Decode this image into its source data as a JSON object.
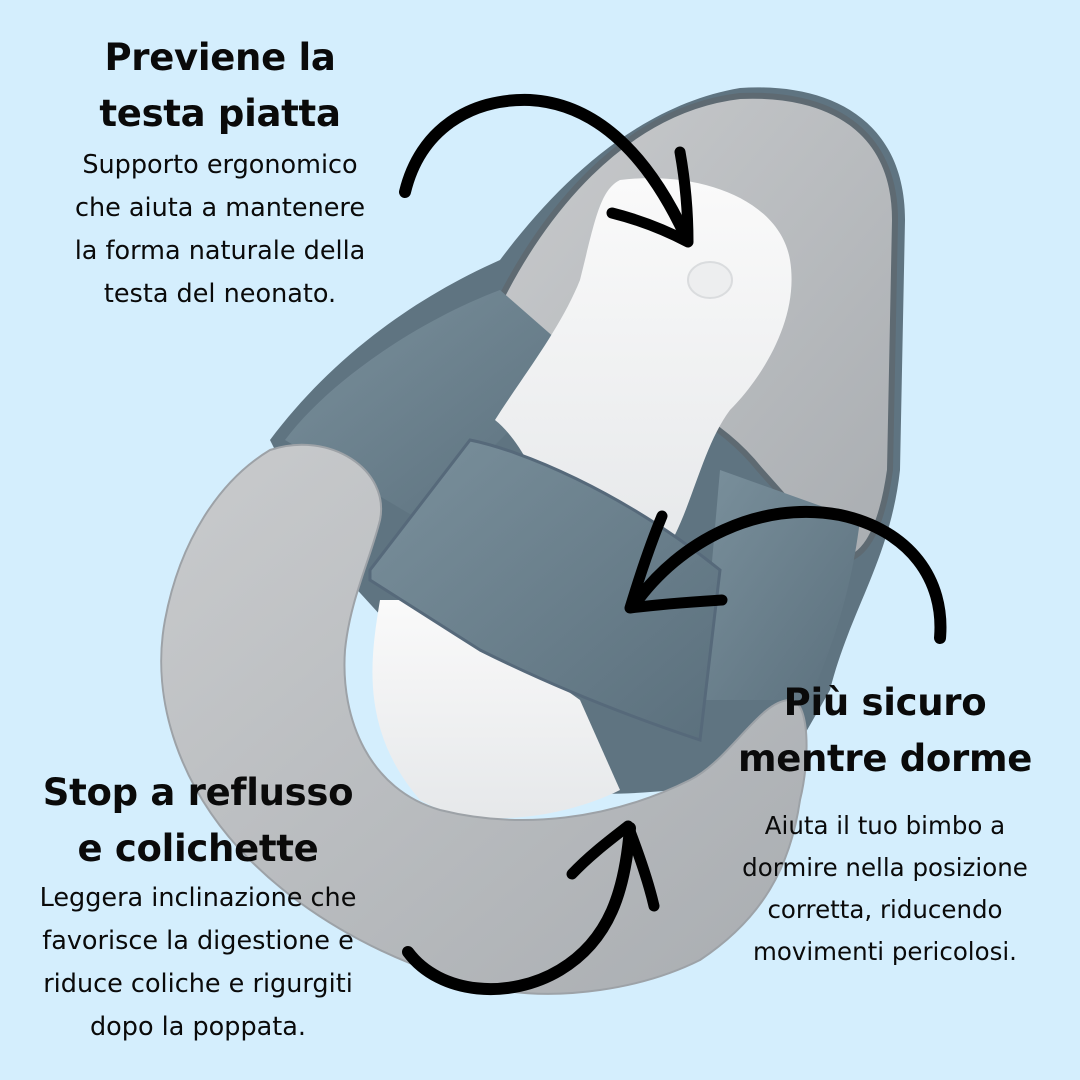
{
  "theme": {
    "background": "#D4EEFD",
    "text_color": "#0A0A0A",
    "arrow_color": "#000000",
    "product_colors": {
      "grey_fabric": "#B9BCBF",
      "grey_fabric_light": "#C8CACC",
      "blue_grey_fabric": "#6B8290",
      "white_mesh": "#F2F3F3",
      "outline": "#5E6A72"
    }
  },
  "product": {
    "name": "baby-positioner-sleep-pillow",
    "icon": "baby-nest-pillow-image"
  },
  "features": [
    {
      "title_lines": [
        "Previene la",
        "testa piatta"
      ],
      "description_lines": [
        "Supporto ergonomico",
        "che aiuta a mantenere",
        "la forma naturale della",
        "testa del neonato."
      ],
      "arrow": "curved-arrow-right-down"
    },
    {
      "title_lines": [
        "Più sicuro",
        "mentre dorme"
      ],
      "description_lines": [
        "Aiuta il tuo bimbo a",
        "dormire nella posizione",
        "corretta, riducendo",
        "movimenti pericolosi."
      ],
      "arrow": "curved-arrow-left-down"
    },
    {
      "title_lines": [
        "Stop a reflusso",
        "e colichette"
      ],
      "description_lines": [
        "Leggera inclinazione che",
        "favorisce la digestione e",
        "riduce coliche e rigurgiti",
        "dopo la poppata."
      ],
      "arrow": "curved-arrow-up-right"
    }
  ]
}
